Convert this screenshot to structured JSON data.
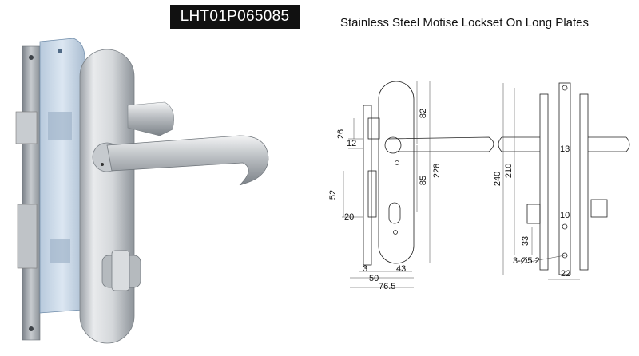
{
  "header": {
    "code": "LHT01P065085",
    "title": "Stainless Steel Motise Lockset On Long Plates"
  },
  "dimensions": {
    "front": [
      "26",
      "12",
      "52",
      "20",
      "82",
      "85",
      "228",
      "3",
      "43",
      "50",
      "76.5"
    ],
    "side": [
      "240",
      "210",
      "13",
      "10",
      "33",
      "3-Ø5.2",
      "22"
    ]
  },
  "colors": {
    "badge_bg": "#111111",
    "steel_light": "#e6e8ea",
    "steel_dark": "#8f959b",
    "body_blue": "#c9d9ea"
  }
}
